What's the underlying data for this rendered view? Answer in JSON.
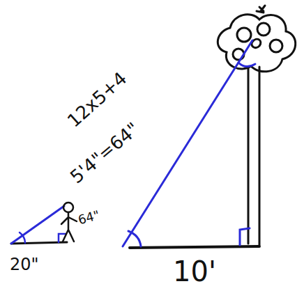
{
  "diagram": {
    "labels": [
      "12x5+4",
      "5'4\"=64\"",
      "64\"",
      "20\"",
      "10'"
    ]
  }
}
